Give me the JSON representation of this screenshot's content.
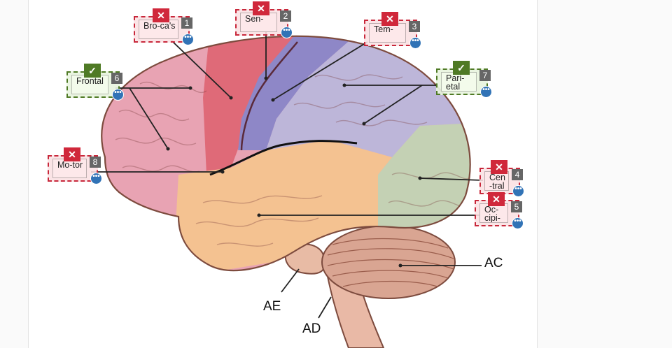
{
  "drop_zones": [
    {
      "number": "1",
      "text": "Bro-ca's",
      "status": "wrong",
      "status_icon": "close-icon"
    },
    {
      "number": "2",
      "text": "Sen-",
      "status": "wrong",
      "status_icon": "close-icon"
    },
    {
      "number": "3",
      "text": "Tem-",
      "status": "wrong",
      "status_icon": "close-icon"
    },
    {
      "number": "4",
      "text": "Cen-tral",
      "status": "wrong",
      "status_icon": "close-icon"
    },
    {
      "number": "5",
      "text": "Oc-cipi-",
      "status": "wrong",
      "status_icon": "close-icon"
    },
    {
      "number": "6",
      "text": "Frontal",
      "status": "right",
      "status_icon": "check-icon"
    },
    {
      "number": "7",
      "text": "Pari-etal",
      "status": "right",
      "status_icon": "check-icon"
    },
    {
      "number": "8",
      "text": "Mo-tor",
      "status": "wrong",
      "status_icon": "close-icon"
    }
  ],
  "fixed_labels": {
    "ac": "AC",
    "ae": "AE",
    "ad": "AD"
  },
  "glyphs": {
    "wrong": "✕",
    "right": "✓",
    "more": "•••"
  },
  "colors": {
    "wrong_red": "#d0283b",
    "correct_green": "#4f7a25",
    "more_blue": "#3173b6",
    "frontal_pink": "#e8a3b3",
    "motor_red": "#df6a78",
    "sensory_purple": "#8e87c7",
    "parietal_lavender": "#bdb6d9",
    "occipital_green": "#c4d1b4",
    "temporal_orange": "#f4c291",
    "cerebellum_tan": "#d9a592"
  }
}
